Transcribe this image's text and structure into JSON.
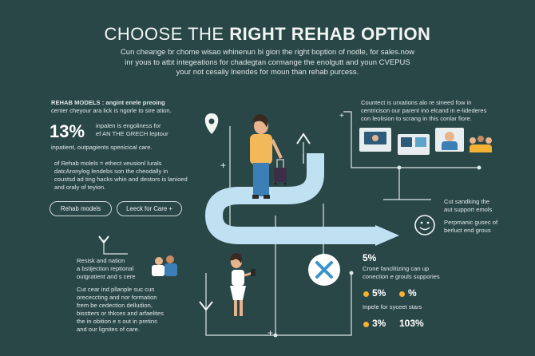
{
  "header": {
    "title_part1": "CHOOSE THE ",
    "title_part2": "RIGHT REHAB OPTION",
    "subtitle_lines": [
      "Cun cheange br chome wisao whinenun bi gion the right boption of nodle, for sales.now",
      "inr yous to atbt integeations for chadegtan cormange the enolgutt and youn CVEPUS",
      "your not cesaliy lnendes for moun than rehab purcess."
    ]
  },
  "left_top": {
    "lines": [
      "REHAB MODELS : angint enele preoing",
      "center cheyour ara lick is ngorle to sire ation."
    ]
  },
  "left_stat": {
    "value": "13%",
    "lines": [
      "inpalen is engoliness for",
      "ef AN THE GRECH leptour",
      "inpatient, outpagients spenicical care."
    ]
  },
  "left_mid": {
    "lines": [
      "of Rehab molels = ethect veusionl lurals",
      "datcAronylog lendebs son the cheodally in",
      "coustsd ad ting hacks whin and destors is lanioed",
      "and oraly of teyion."
    ]
  },
  "buttons": {
    "rehab_models": "Rehab models",
    "look_for_care": "Leeck for Care +"
  },
  "left_bottom_a": {
    "lines": [
      "Resisk and nation",
      "a bstijection reptional",
      "outgratient and s cere"
    ]
  },
  "left_bottom_b": {
    "lines": [
      "Cut cear ind pllanple suc cun",
      "orececcting and nor formation",
      "frem be cedection delludion,",
      "bisstters or thkces and arfaelites",
      "the in obition e s out in pretins",
      "and our lignites of care."
    ]
  },
  "right_top": {
    "lines": [
      "Countect is urxations alo re sineed fow in",
      "centricison our parent ino elcand in e-lidederes",
      "con leolision to scrang in this conlar fiore."
    ]
  },
  "right_mid": {
    "lines": [
      "Cut sandking the",
      "aut support emols"
    ]
  },
  "right_mid2": {
    "lines": [
      "Perpmanic gusec of",
      "berluct end grous"
    ]
  },
  "right_stat": {
    "value": "5%",
    "lines": [
      "Crone fanclitizing can up",
      "conection e grouls suppories"
    ]
  },
  "right_badges": {
    "a": "5%",
    "b": "%",
    "caption": "Inpele for syceet stars",
    "c": "3%",
    "d": "103%"
  },
  "colors": {
    "background": "#2a4748",
    "path_blue": "#bfe1f2",
    "accent_yellow": "#f2b233",
    "x_blue": "#3a94c9"
  },
  "icons": [
    "location-pin-icon",
    "plus-icon",
    "arrow-up-icon",
    "arrow-down-icon",
    "x-circle-icon",
    "smiley-icon",
    "monitor-icon",
    "suitcase-icon"
  ]
}
